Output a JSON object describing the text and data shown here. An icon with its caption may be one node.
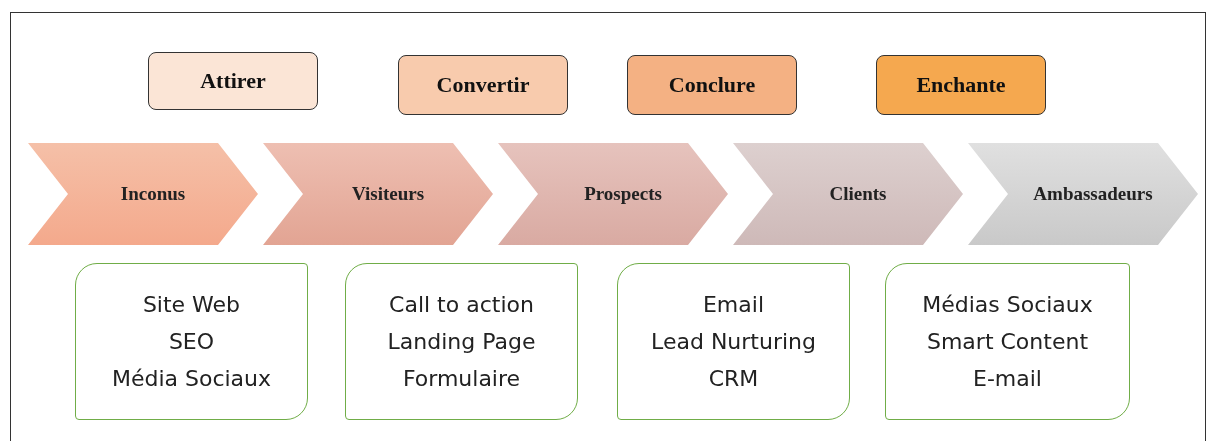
{
  "diagram": {
    "nodes": [
      {
        "text": [
          "Attirer"
        ]
      },
      {
        "text": [
          "Convertir"
        ]
      },
      {
        "text": [
          "Conclure"
        ]
      },
      {
        "text": [
          "Enchante"
        ]
      },
      {
        "text": [
          "Inconus"
        ]
      },
      {
        "text": [
          "Visiteurs"
        ]
      },
      {
        "text": [
          "Prospects"
        ]
      },
      {
        "text": [
          "Clients"
        ]
      },
      {
        "text": [
          "Ambassadeurs"
        ]
      },
      {
        "text": [
          "Site Web",
          "SEO",
          "Média Sociaux"
        ]
      },
      {
        "text": [
          "Call to action",
          "Landing Page",
          "Formulaire"
        ]
      },
      {
        "text": [
          "Email",
          "Lead Nurturing",
          "CRM"
        ]
      },
      {
        "text": [
          "Médias Sociaux",
          "Smart Content",
          "E-mail"
        ]
      }
    ],
    "edges": []
  }
}
